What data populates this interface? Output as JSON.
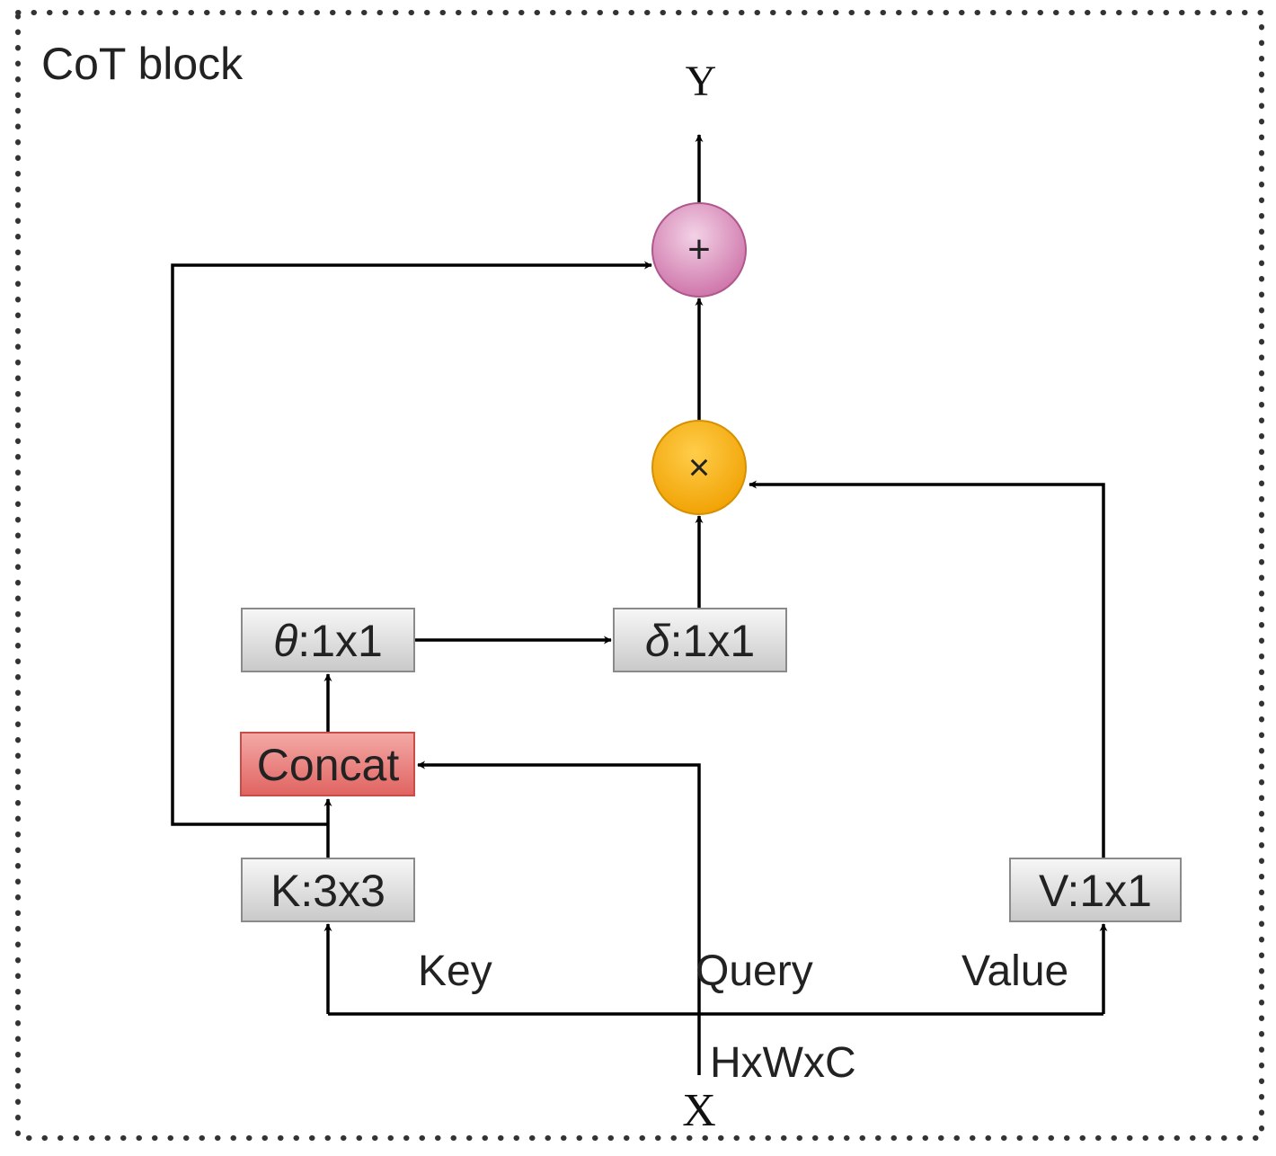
{
  "block_title": "CoT block",
  "nodes": {
    "output": "Y",
    "input": "X",
    "add_op": "+",
    "mul_op": "×",
    "theta": {
      "symbol": "θ",
      "kernel": ":1x1"
    },
    "delta": {
      "symbol": "δ",
      "kernel": ":1x1"
    },
    "concat": "Concat",
    "key_conv": "K:3x3",
    "value_conv": "V:1x1"
  },
  "edge_labels": {
    "key": "Key",
    "query": "Query",
    "value": "Value",
    "shape": "HxWxC"
  },
  "colors": {
    "frame_dots": "#333333",
    "box_gray": "#e6e6e6",
    "concat_red": "#ea6b66",
    "add_pink": "#cd7fb0",
    "mul_orange": "#f2a900"
  }
}
